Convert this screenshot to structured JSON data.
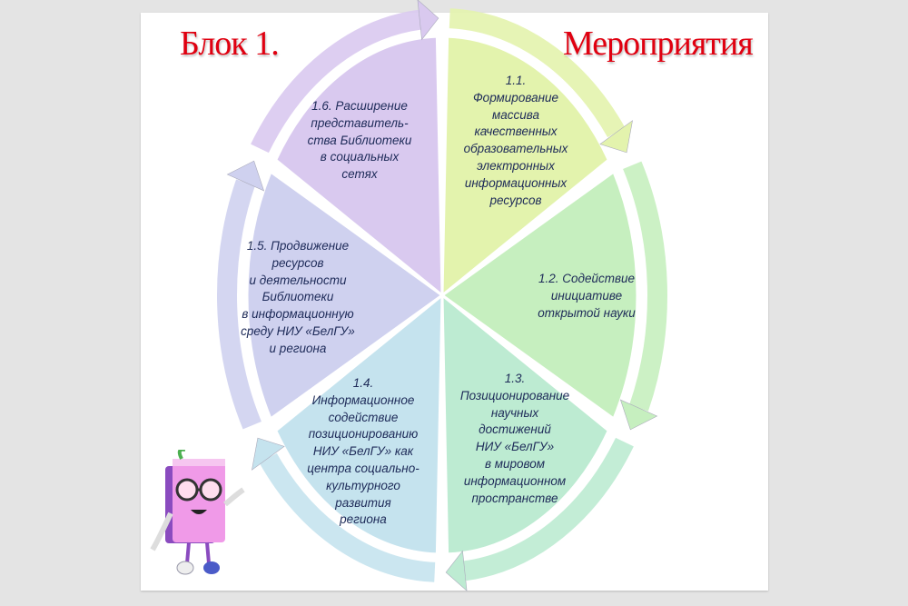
{
  "slide": {
    "title_left": "Блок 1.",
    "title_right": "Мероприятия"
  },
  "diagram": {
    "type": "cycle",
    "segments": [
      {
        "id": "1.1",
        "lines": [
          "1.1.",
          "Формирование",
          "массива",
          "качественных",
          "образовательных",
          "электронных",
          "информационных",
          "ресурсов"
        ],
        "color": "#e3f3ad"
      },
      {
        "id": "1.2",
        "lines": [
          "1.2. Содействие",
          "инициативе",
          "открытой науки"
        ],
        "color": "#c6efbf"
      },
      {
        "id": "1.3",
        "lines": [
          "1.3.",
          "Позиционирование",
          "научных",
          "достижений",
          "НИУ «БелГУ»",
          "в мировом",
          "информационном",
          "пространстве"
        ],
        "color": "#bdebd2"
      },
      {
        "id": "1.4",
        "lines": [
          "1.4.",
          "Информационное",
          "содействие",
          "позиционированию",
          "НИУ «БелГУ» как",
          "центра социально-",
          "культурного",
          "развития",
          "региона"
        ],
        "color": "#c5e3ee"
      },
      {
        "id": "1.5",
        "lines": [
          "1.5. Продвижение",
          "ресурсов",
          "и деятельности",
          "Библиотеки",
          "в информационную",
          "среду НИУ «БелГУ»",
          "и региона"
        ],
        "color": "#cfd1ef"
      },
      {
        "id": "1.6",
        "lines": [
          "1.6. Расширение",
          "представитель-",
          "ства Библиотеки",
          "в социальных",
          "сетях"
        ],
        "color": "#d9c9ef"
      }
    ]
  }
}
